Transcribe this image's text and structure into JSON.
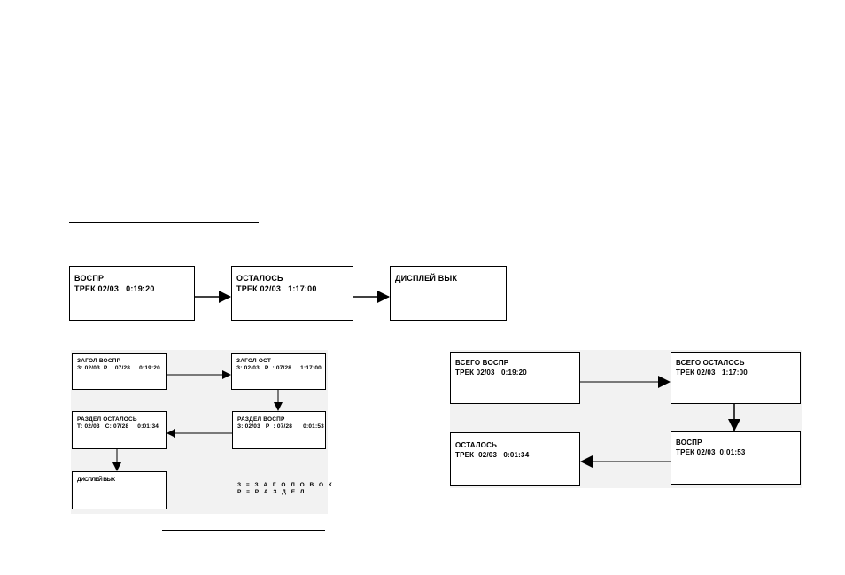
{
  "row1": [
    {
      "line1": "ВОСПР",
      "line2": "ТРЕК 02/03   0:19:20"
    },
    {
      "line1": "ОСТАЛОСЬ",
      "line2": "ТРЕК 02/03   1:17:00"
    },
    {
      "line1": "ДИСПЛЕЙ ВЫК",
      "line2": ""
    }
  ],
  "left_diagram": {
    "boxes": [
      {
        "line1": "ЗАГОЛ ВОСПР",
        "line2": "З: 02/03  Р  : 07/28     0:19:20"
      },
      {
        "line1": "ЗАГОЛ ОСТ",
        "line2": "З: 02/03   Р  : 07/28     1:17:00"
      },
      {
        "line1": "РАЗДЕЛ ВОСПР",
        "line2": "З: 02/03   Р  : 07/28      0:01:53"
      },
      {
        "line1": "РАЗДЕЛ ОСТАЛОСЬ",
        "line2": "Т: 02/03   С: 07/28     0:01:34"
      },
      {
        "line1": "ДИСПЛЕЙ ВЫК",
        "line2": ""
      }
    ],
    "legend": [
      "З = З А Г О Л О В О К",
      "Р = Р А З Д Е Л"
    ]
  },
  "right_diagram": {
    "boxes": [
      {
        "line1": "ВСЕГО ВОСПР",
        "line2": "ТРЕК 02/03   0:19:20"
      },
      {
        "line1": "ВСЕГО ОСТАЛОСЬ",
        "line2": "ТРЕК 02/03   1:17:00"
      },
      {
        "line1": "ВОСПР",
        "line2": "ТРЕК 02/03  0:01:53"
      },
      {
        "line1": "ОСТАЛОСЬ",
        "line2": "ТРЕК  02/03   0:01:34"
      }
    ]
  }
}
